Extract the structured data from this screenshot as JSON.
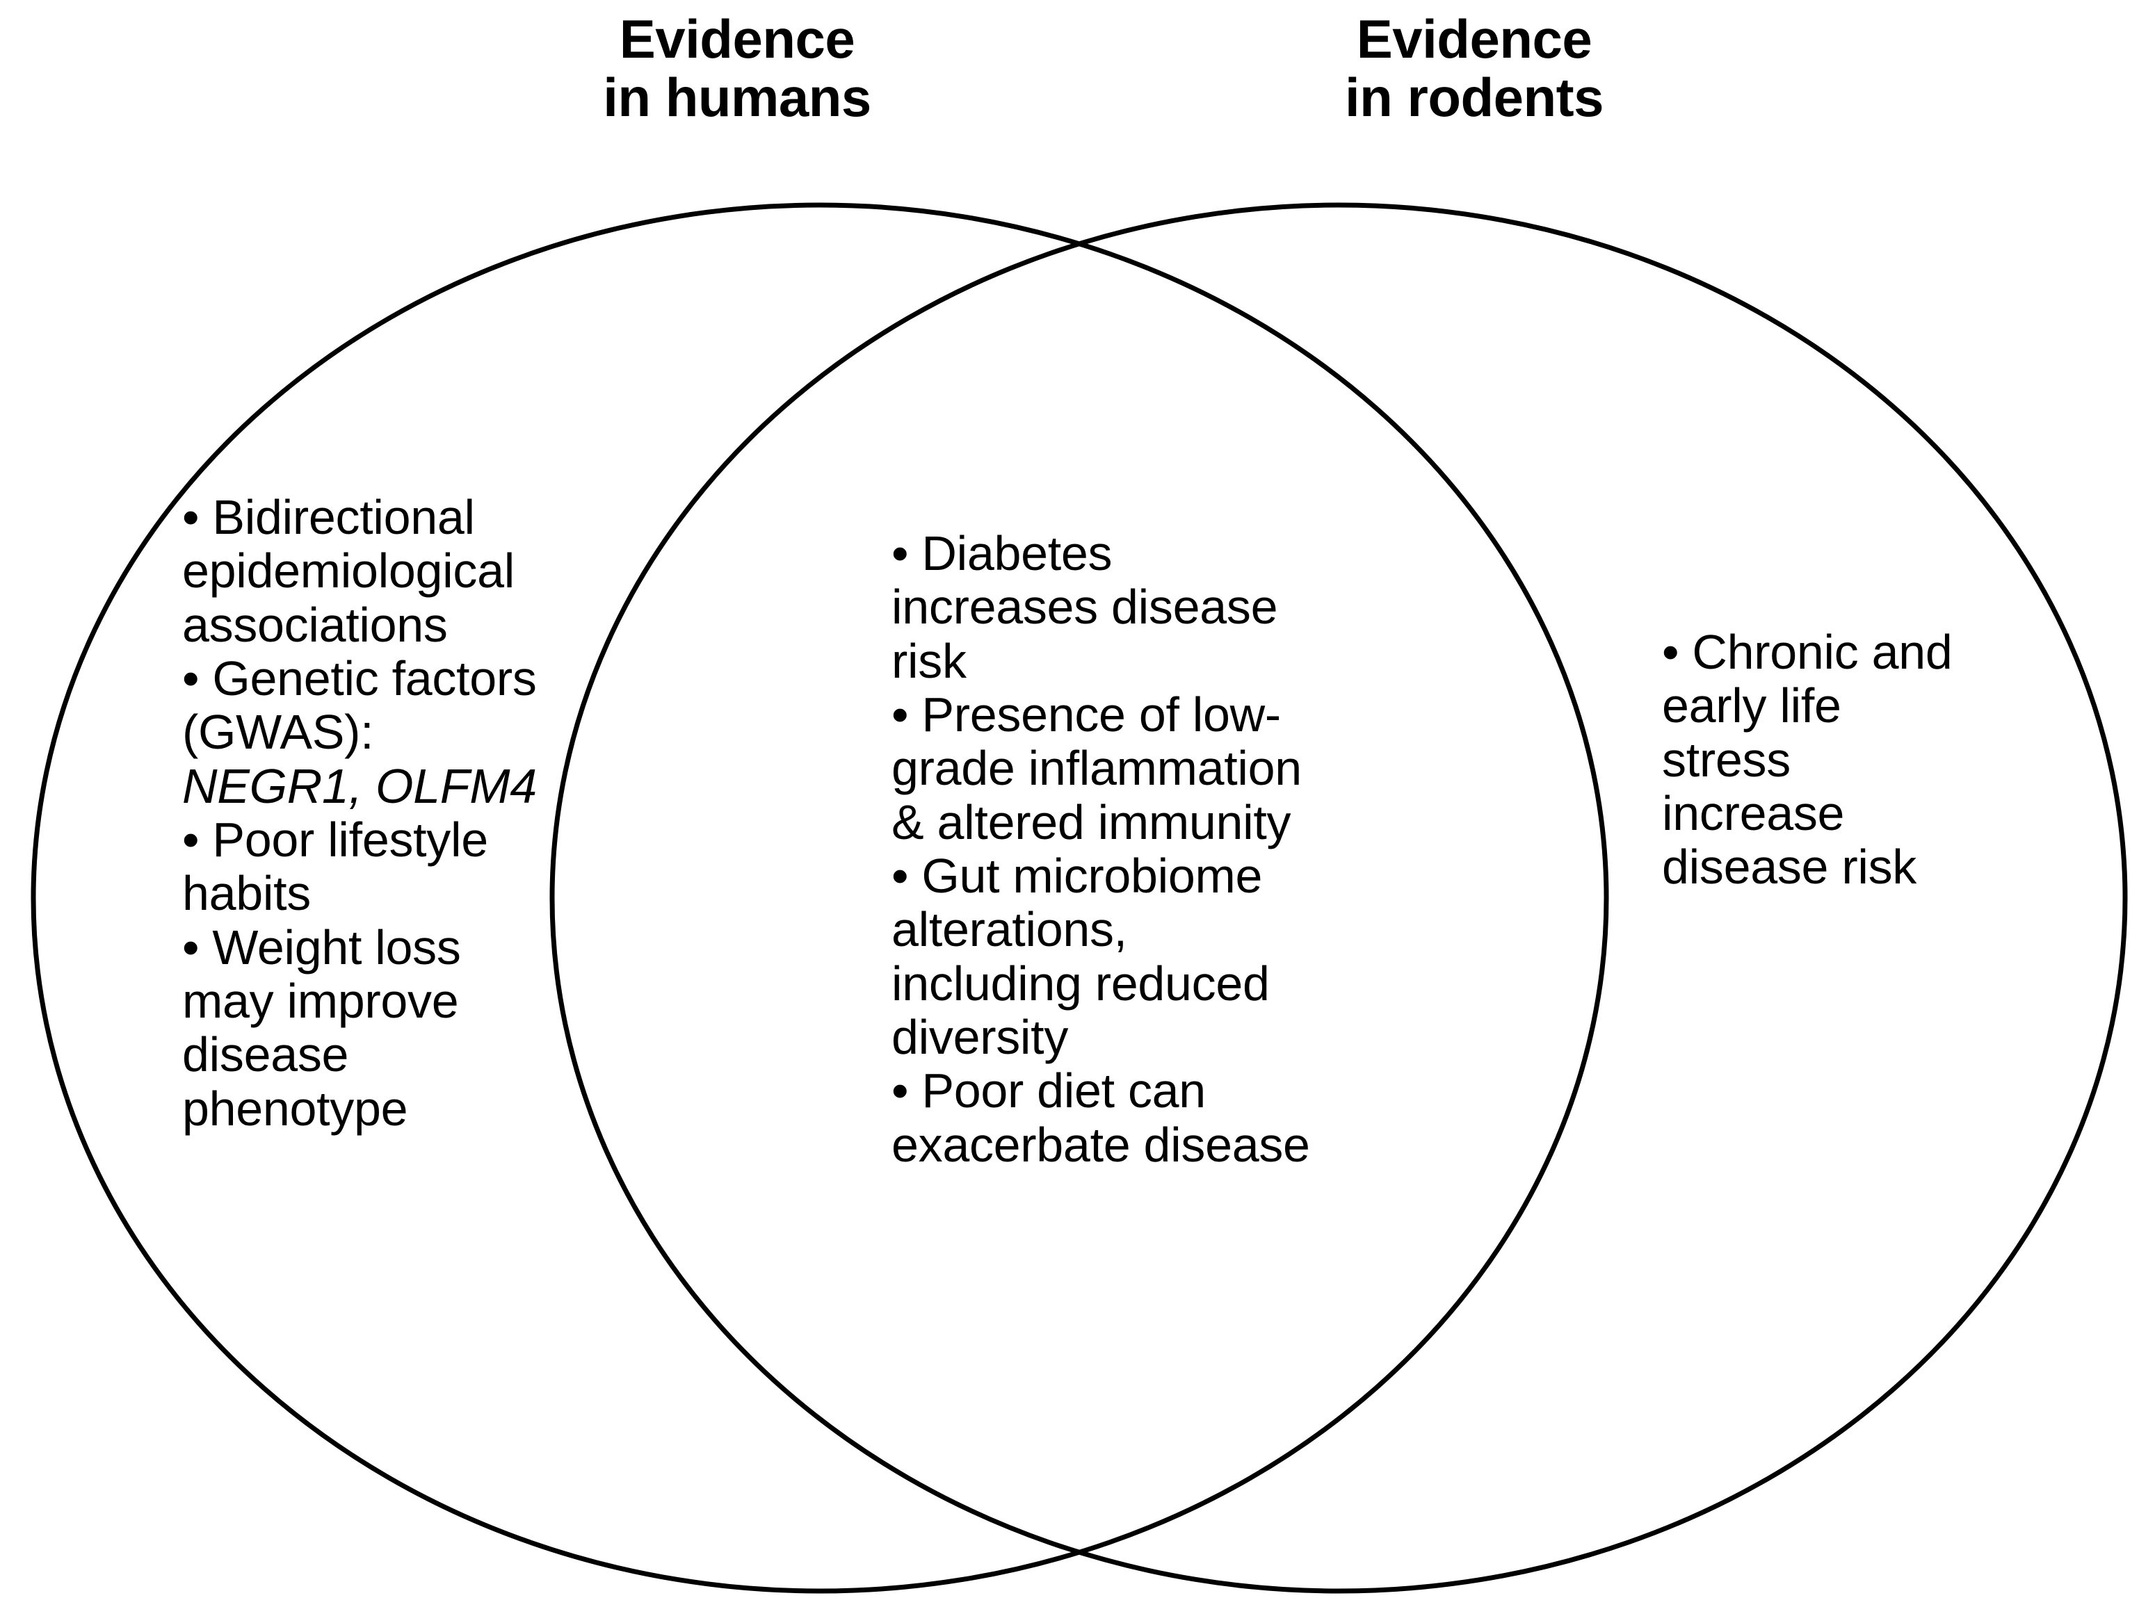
{
  "diagram": {
    "type": "venn",
    "set_count": 2,
    "stroke_color": "#000000",
    "fill_color": "#ffffff",
    "background_color": "#ffffff"
  },
  "headers": {
    "left": "Evidence\nin humans",
    "right": "Evidence\nin rodents"
  },
  "regions": {
    "humans_only": {
      "items": [
        "• Bidirectional epidemiological associations",
        "• Genetic factors (GWAS): ",
        "• Poor lifestyle habits",
        "• Weight loss may improve disease phenotype"
      ],
      "genes": "NEGR1, OLFM4"
    },
    "shared": {
      "items": [
        "• Diabetes increases disease risk",
        "• Presence of low-grade inflammation & altered immunity",
        "• Gut microbiome alterations, including reduced diversity",
        "• Poor diet can exacerbate disease"
      ]
    },
    "rodents_only": {
      "items": [
        "• Chronic and early life stress increase disease risk"
      ]
    }
  }
}
